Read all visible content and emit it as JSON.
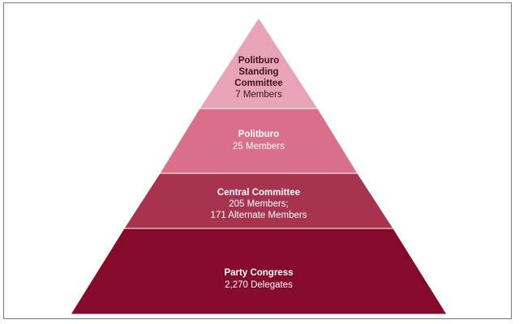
{
  "pyramid": {
    "tiers": [
      {
        "title_lines": [
          "Politburo",
          "Standing",
          "Committee"
        ],
        "detail_lines": [
          "7 Members"
        ],
        "color": "#e9a3b9"
      },
      {
        "title_lines": [
          "Politburo"
        ],
        "detail_lines": [
          "25 Members"
        ],
        "color": "#d96f89"
      },
      {
        "title_lines": [
          "Central Committee"
        ],
        "detail_lines": [
          "205 Members;",
          "171 Alternate Members"
        ],
        "color": "#a8334f"
      },
      {
        "title_lines": [
          "Party Congress"
        ],
        "detail_lines": [
          "2,270 Delegates"
        ],
        "color": "#860a2a"
      }
    ]
  }
}
